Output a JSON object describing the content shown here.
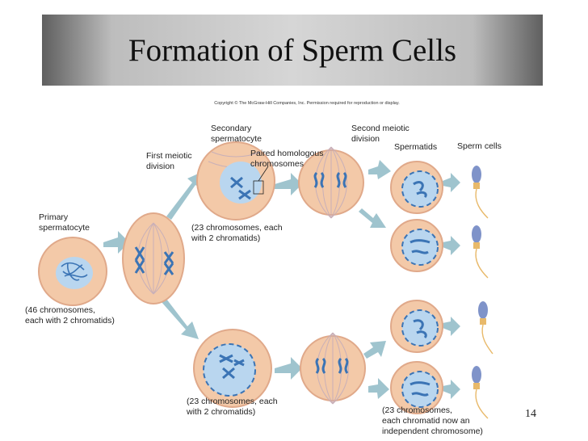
{
  "title": "Formation of Sperm Cells",
  "copyright": "Copyright © The McGraw-Hill Companies, Inc. Permission required for reproduction or display.",
  "labels": {
    "primary": "Primary\nspermatocyte",
    "primary_count": "(46 chromosomes,\neach with 2 chromatids)",
    "first_meiotic": "First meiotic\ndivision",
    "secondary": "Secondary\nspermatocyte",
    "paired": "Paired homologous\nchromosomes",
    "secondary_count_top": "(23 chromosomes, each\nwith 2 chromatids)",
    "secondary_count_bottom": "(23 chromosomes, each\nwith 2 chromatids)",
    "second_meiotic": "Second meiotic\ndivision",
    "spermatids": "Spermatids",
    "sperm_cells": "Sperm cells",
    "final_count": "(23 chromosomes,\neach chromatid now an\nindependent chromosome)"
  },
  "page_number": "14",
  "colors": {
    "cell": "#f3c9a8",
    "cell_edge": "#e0a98a",
    "nucleus": "#b9d6ef",
    "chromosome": "#3b74b5",
    "arrow": "#9fc4ce",
    "spindle": "#c9b0b8"
  }
}
